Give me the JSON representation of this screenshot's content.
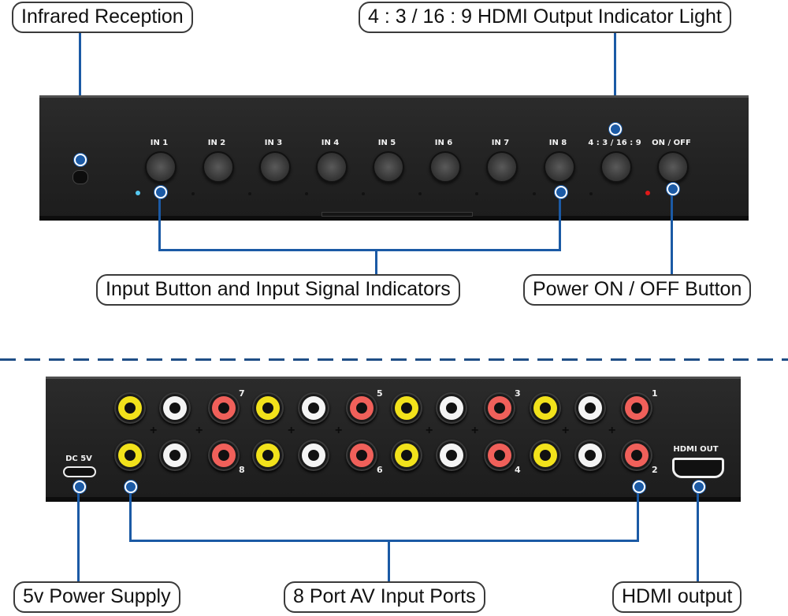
{
  "front_panel": {
    "callouts": {
      "infrared": "Infrared Reception",
      "aspect_indicator": "4 : 3 / 16 : 9 HDMI Output Indicator Light",
      "inputs": "Input Button and Input Signal Indicators",
      "power": "Power ON / OFF Button"
    },
    "buttons": [
      {
        "label": "IN 1",
        "led": "blue"
      },
      {
        "label": "IN 2",
        "led": "off"
      },
      {
        "label": "IN 3",
        "led": "off"
      },
      {
        "label": "IN 4",
        "led": "off"
      },
      {
        "label": "IN 5",
        "led": "off"
      },
      {
        "label": "IN 6",
        "led": "off"
      },
      {
        "label": "IN 7",
        "led": "off"
      },
      {
        "label": "IN 8",
        "led": "off"
      },
      {
        "label": "4 : 3 / 16 : 9",
        "led": "off"
      },
      {
        "label": "ON / OFF",
        "led": "red"
      }
    ]
  },
  "rear_panel": {
    "callouts": {
      "power_supply": "5v Power Supply",
      "av_inputs": "8 Port AV Input Ports",
      "hdmi": "HDMI output"
    },
    "dc_label": "DC 5V",
    "hdmi_label": "HDMI OUT",
    "port_numbers_top": [
      "7",
      "5",
      "3",
      "1"
    ],
    "port_numbers_bottom": [
      "8",
      "6",
      "4",
      "2"
    ],
    "jack_colors": {
      "yellow": "#f2e21b",
      "white": "#f4f4f4",
      "red": "#f0605a"
    }
  },
  "colors": {
    "accent": "#1b5aa5",
    "divider": "#1f4e86",
    "device": "#232323"
  }
}
